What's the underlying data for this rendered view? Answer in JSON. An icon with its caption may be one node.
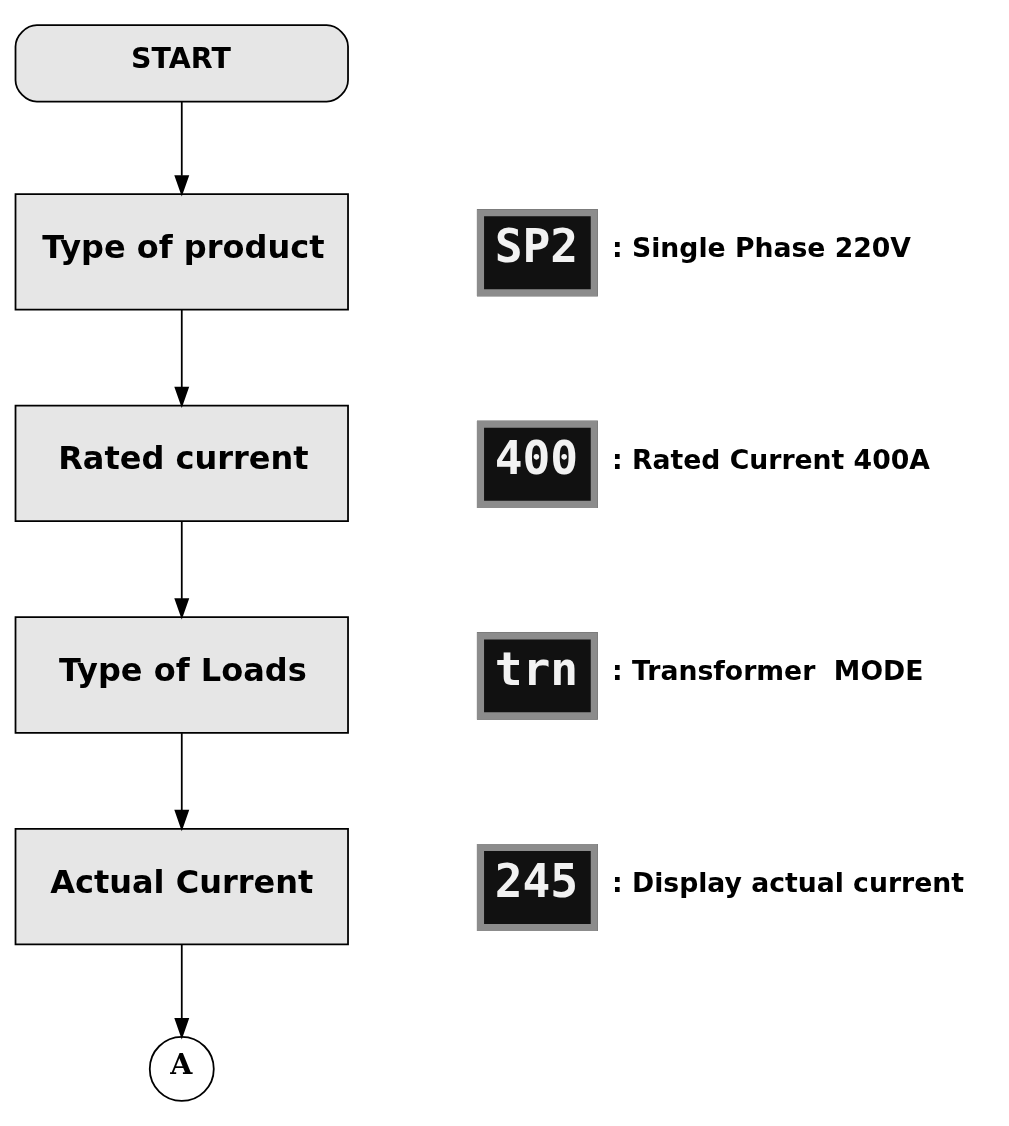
{
  "diagram": {
    "nodes": [
      {
        "text": [
          "START"
        ]
      },
      {
        "text": [
          "Type of product"
        ]
      },
      {
        "text": [
          "SP2"
        ],
        "beside": [
          ": Single Phase 220V"
        ]
      },
      {
        "text": [
          "Rated current"
        ]
      },
      {
        "text": [
          "400"
        ],
        "beside": [
          ": Rated Current 400A"
        ]
      },
      {
        "text": [
          "Type of Loads"
        ]
      },
      {
        "text": [
          "trn"
        ],
        "beside": [
          ": Transformer  MODE"
        ]
      },
      {
        "text": [
          "Actual Current"
        ]
      },
      {
        "text": [
          "245"
        ],
        "beside": [
          ": Display actual current"
        ]
      },
      {
        "text": [
          "A"
        ]
      }
    ],
    "edges": [
      {
        "from": 0,
        "to": 1,
        "arrow": "to"
      },
      {
        "from": 1,
        "to": 3,
        "arrow": "to"
      },
      {
        "from": 3,
        "to": 5,
        "arrow": "to"
      },
      {
        "from": 5,
        "to": 7,
        "arrow": "to"
      },
      {
        "from": 7,
        "to": 9,
        "arrow": "to"
      }
    ]
  }
}
